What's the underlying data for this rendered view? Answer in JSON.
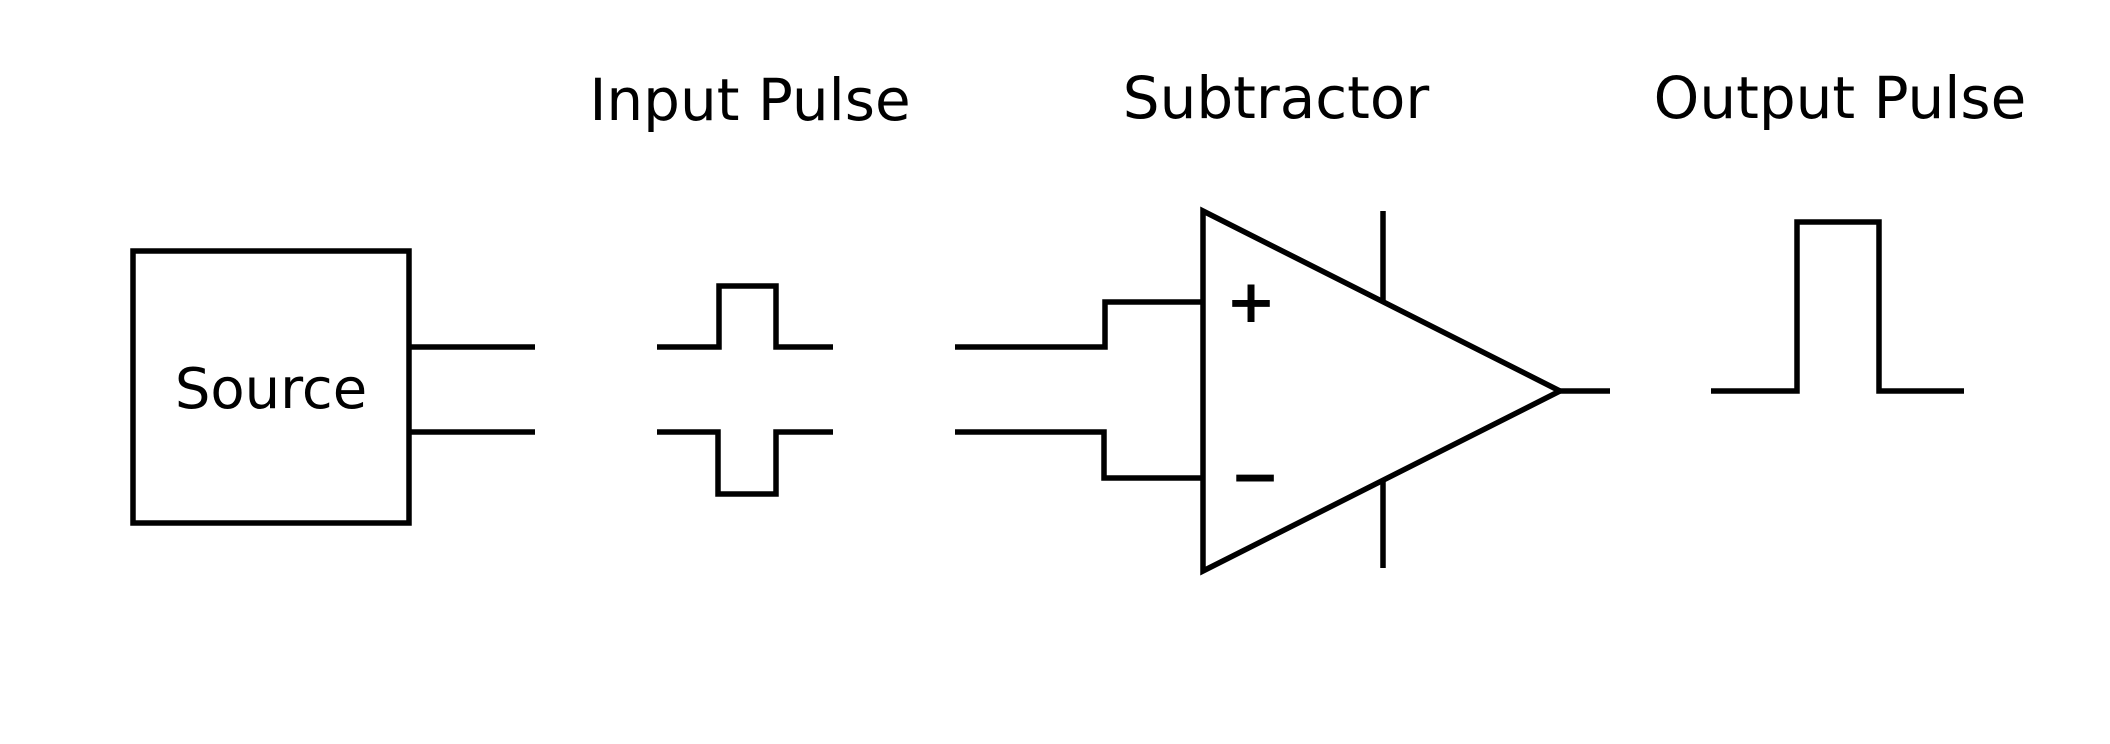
{
  "labels": {
    "input_pulse": "Input Pulse",
    "subtractor": "Subtractor",
    "output_pulse": "Output Pulse",
    "source": "Source"
  },
  "subtractor": {
    "plus_sign": "+",
    "minus_sign": "−"
  },
  "colors": {
    "stroke": "#000000",
    "background": "#ffffff"
  }
}
